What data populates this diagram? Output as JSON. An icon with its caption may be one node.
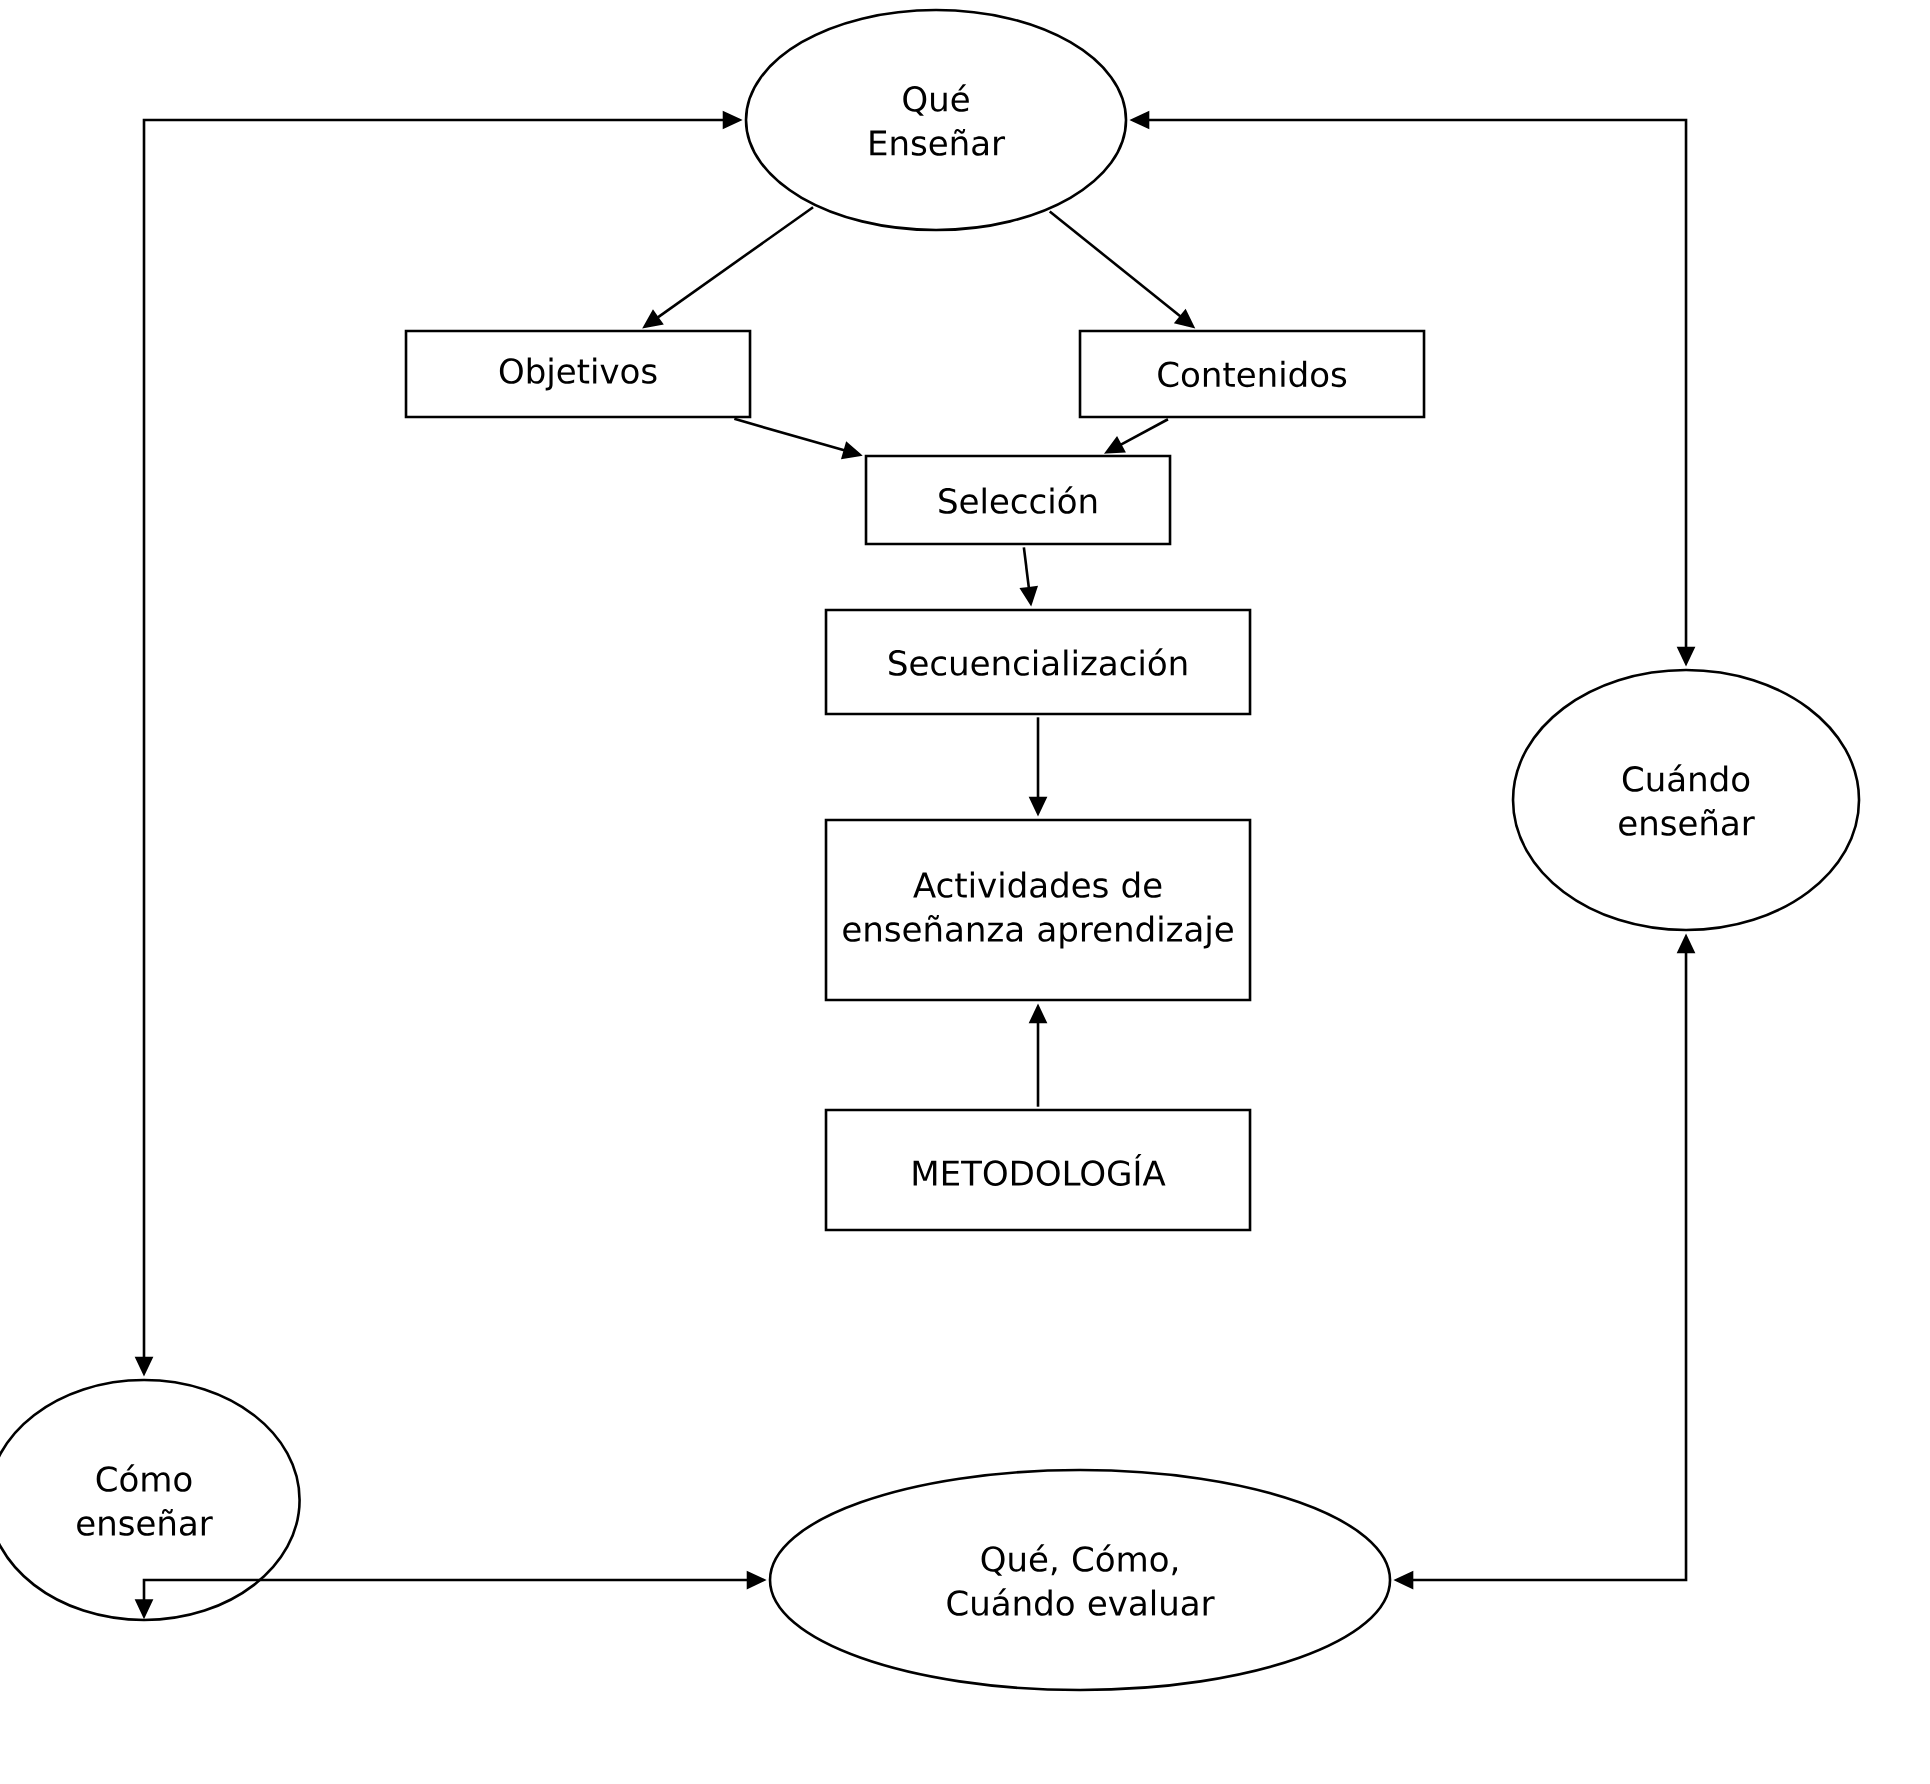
{
  "diagram": {
    "nodes": [
      {
        "text": [
          "Qué Enseñar"
        ]
      },
      {
        "text": [
          "Objetivos"
        ]
      },
      {
        "text": [
          "Contenidos"
        ]
      },
      {
        "text": [
          "Selección"
        ]
      },
      {
        "text": [
          "Secuencialización"
        ]
      },
      {
        "text": [
          "Actividades de enseñanza aprendizaje"
        ]
      },
      {
        "text": [
          "METODOLOGÍA"
        ]
      },
      {
        "text": [
          "Cuándo enseñar"
        ]
      },
      {
        "text": [
          "Cómo enseñar"
        ]
      },
      {
        "text": [
          "Qué, Cómo, Cuándo evaluar"
        ]
      }
    ],
    "edges": [
      {
        "from": 0,
        "to": 1,
        "arrow": "to"
      },
      {
        "from": 0,
        "to": 2,
        "arrow": "to"
      },
      {
        "from": 1,
        "to": 3,
        "arrow": "to"
      },
      {
        "from": 2,
        "to": 3,
        "arrow": "to"
      },
      {
        "from": 3,
        "to": 4,
        "arrow": "to"
      },
      {
        "from": 4,
        "to": 5,
        "arrow": "to"
      },
      {
        "from": 6,
        "to": 5,
        "arrow": "to"
      },
      {
        "from": 0,
        "to": 7,
        "arrow": "both"
      },
      {
        "from": 0,
        "to": 8,
        "arrow": "both"
      },
      {
        "from": 8,
        "to": 9,
        "arrow": "both"
      },
      {
        "from": 9,
        "to": 7,
        "arrow": "both"
      }
    ]
  }
}
